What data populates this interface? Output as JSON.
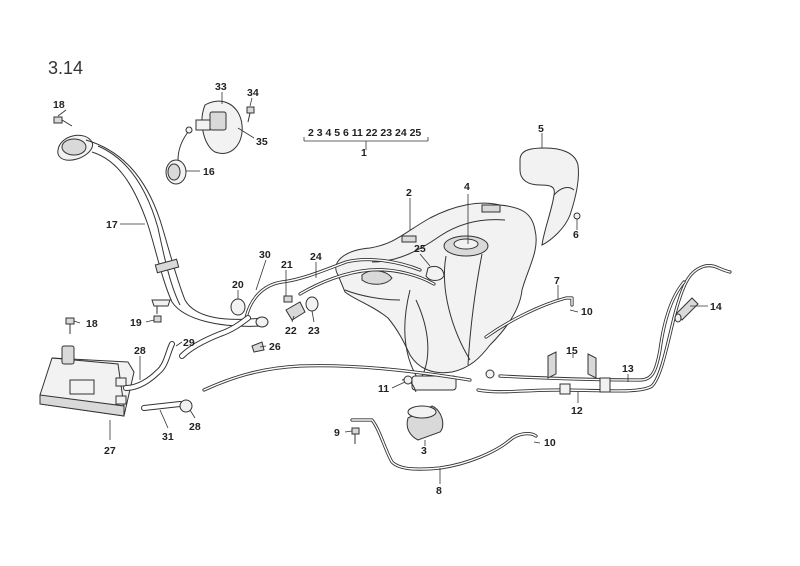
{
  "section": "3.14",
  "group_label": "2 3 4 5 6 11 22 23 24 25",
  "parts": [
    {
      "key": "p1",
      "label": "1"
    },
    {
      "key": "p2",
      "label": "2"
    },
    {
      "key": "p3",
      "label": "3"
    },
    {
      "key": "p4",
      "label": "4"
    },
    {
      "key": "p5",
      "label": "5"
    },
    {
      "key": "p6",
      "label": "6"
    },
    {
      "key": "p7",
      "label": "7"
    },
    {
      "key": "p8",
      "label": "8"
    },
    {
      "key": "p9",
      "label": "9"
    },
    {
      "key": "p10a",
      "label": "10"
    },
    {
      "key": "p10b",
      "label": "10"
    },
    {
      "key": "p11",
      "label": "11"
    },
    {
      "key": "p12",
      "label": "12"
    },
    {
      "key": "p13",
      "label": "13"
    },
    {
      "key": "p14",
      "label": "14"
    },
    {
      "key": "p15",
      "label": "15"
    },
    {
      "key": "p16",
      "label": "16"
    },
    {
      "key": "p17",
      "label": "17"
    },
    {
      "key": "p18a",
      "label": "18"
    },
    {
      "key": "p18b",
      "label": "18"
    },
    {
      "key": "p19",
      "label": "19"
    },
    {
      "key": "p20",
      "label": "20"
    },
    {
      "key": "p21",
      "label": "21"
    },
    {
      "key": "p22",
      "label": "22"
    },
    {
      "key": "p23",
      "label": "23"
    },
    {
      "key": "p24",
      "label": "24"
    },
    {
      "key": "p25",
      "label": "25"
    },
    {
      "key": "p26",
      "label": "26"
    },
    {
      "key": "p27",
      "label": "27"
    },
    {
      "key": "p28a",
      "label": "28"
    },
    {
      "key": "p28b",
      "label": "28"
    },
    {
      "key": "p29",
      "label": "29"
    },
    {
      "key": "p30",
      "label": "30"
    },
    {
      "key": "p31",
      "label": "31"
    },
    {
      "key": "p33",
      "label": "33"
    },
    {
      "key": "p34",
      "label": "34"
    },
    {
      "key": "p35",
      "label": "35"
    }
  ]
}
